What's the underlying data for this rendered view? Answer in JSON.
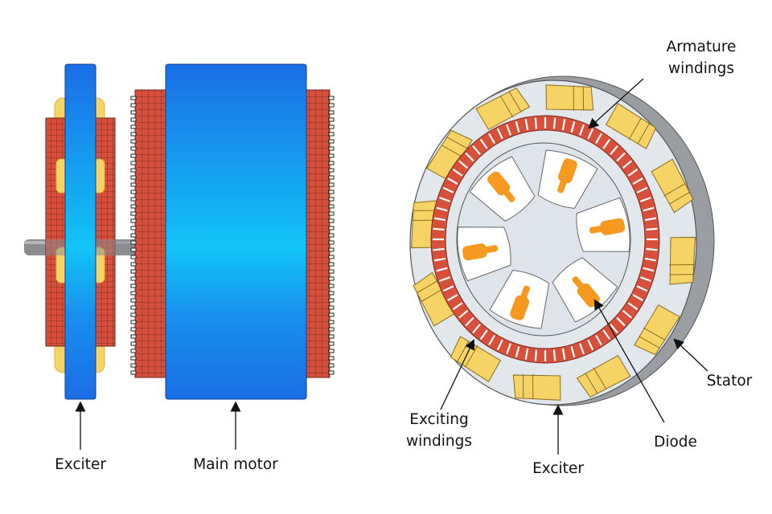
{
  "labels": {
    "exciter_left": "Exciter",
    "main_motor": "Main motor",
    "armature_line1": "Armature",
    "armature_line2": "windings",
    "stator": "Stator",
    "exciting_line1": "Exciting",
    "exciting_line2": "windings",
    "diode": "Diode",
    "exciter_right": "Exciter"
  },
  "colors": {
    "rotor_blue": "#1e7fe8",
    "rotor_highlight": "#12c0f5",
    "winding_red": "#d9503a",
    "coil_yellow": "#f6d365",
    "stator_face": "#e2e7ec",
    "stator_rim": "#9a9da2",
    "diode_orange": "#f59a1e",
    "shaft_gray": "#8a8c8f"
  },
  "icons": {
    "arrow": "arrow-up-icon"
  }
}
